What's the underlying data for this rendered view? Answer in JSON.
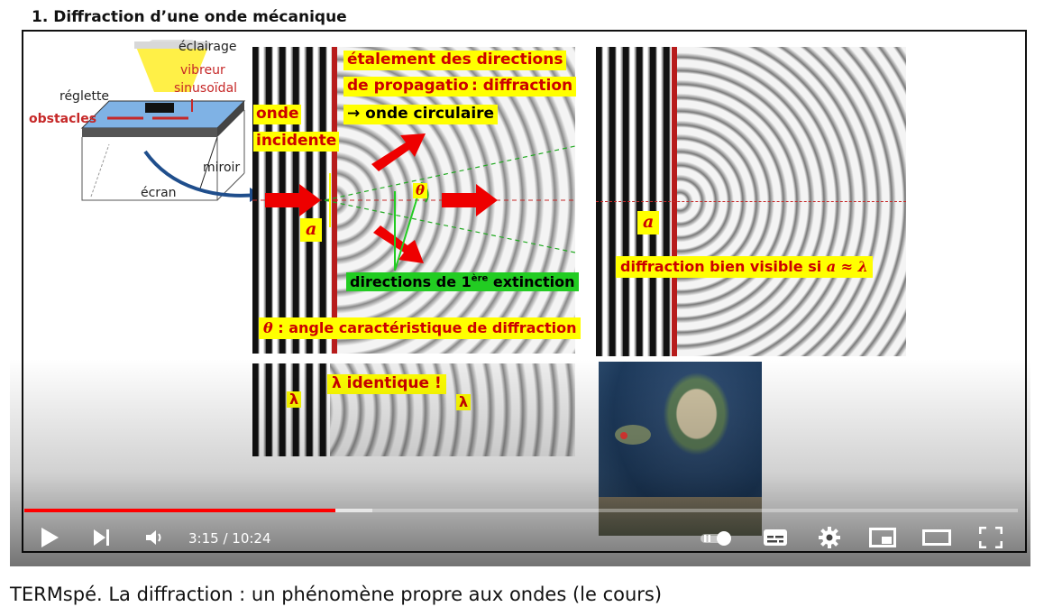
{
  "slide": {
    "title": "1. Diffraction d’une onde mécanique",
    "setup": {
      "eclairage": "éclairage",
      "vibreur_1": "vibreur",
      "vibreur_2": "sinusoïdal",
      "reglette": "réglette",
      "obstacles": "obstacles",
      "miroir": "miroir",
      "ecran": "écran"
    },
    "left_panel": {
      "onde_1": "onde",
      "onde_2": "incidente",
      "etalement_1": "étalement des directions",
      "etalement_2a": "de propagation",
      "etalement_2b": ": diffraction",
      "circulaire": "→ onde circulaire",
      "a_label": "a",
      "theta_label": "θ",
      "extinction_main": "directions de 1",
      "extinction_sup": "ère",
      "extinction_end": " extinction",
      "angle_sym": "θ",
      "angle_text": " : angle caractéristique de diffraction"
    },
    "right_panel": {
      "a_label": "a",
      "visible_text": "diffraction bien visible si ",
      "visible_math": "a ≈ λ"
    },
    "bottom_panel": {
      "lambda_1": "λ",
      "identique": "λ  identique !",
      "lambda_2": "λ"
    }
  },
  "player": {
    "time_current": "3:15",
    "time_separator": " / ",
    "time_total": "10:24",
    "progress_played": 0.313,
    "progress_buffered": 0.35,
    "icons": [
      "play-icon",
      "next-icon",
      "volume-icon",
      "autoplay-toggle-icon",
      "subtitles-icon",
      "settings-icon",
      "miniplayer-icon",
      "theater-icon",
      "fullscreen-icon"
    ]
  },
  "video_title": "TERMspé. La diffraction : un phénomène propre aux ondes (le cours)",
  "colors": {
    "progress": "#ff0000",
    "highlight": "#ffff00",
    "red_text": "#c62828",
    "green_box": "#22cc22"
  }
}
